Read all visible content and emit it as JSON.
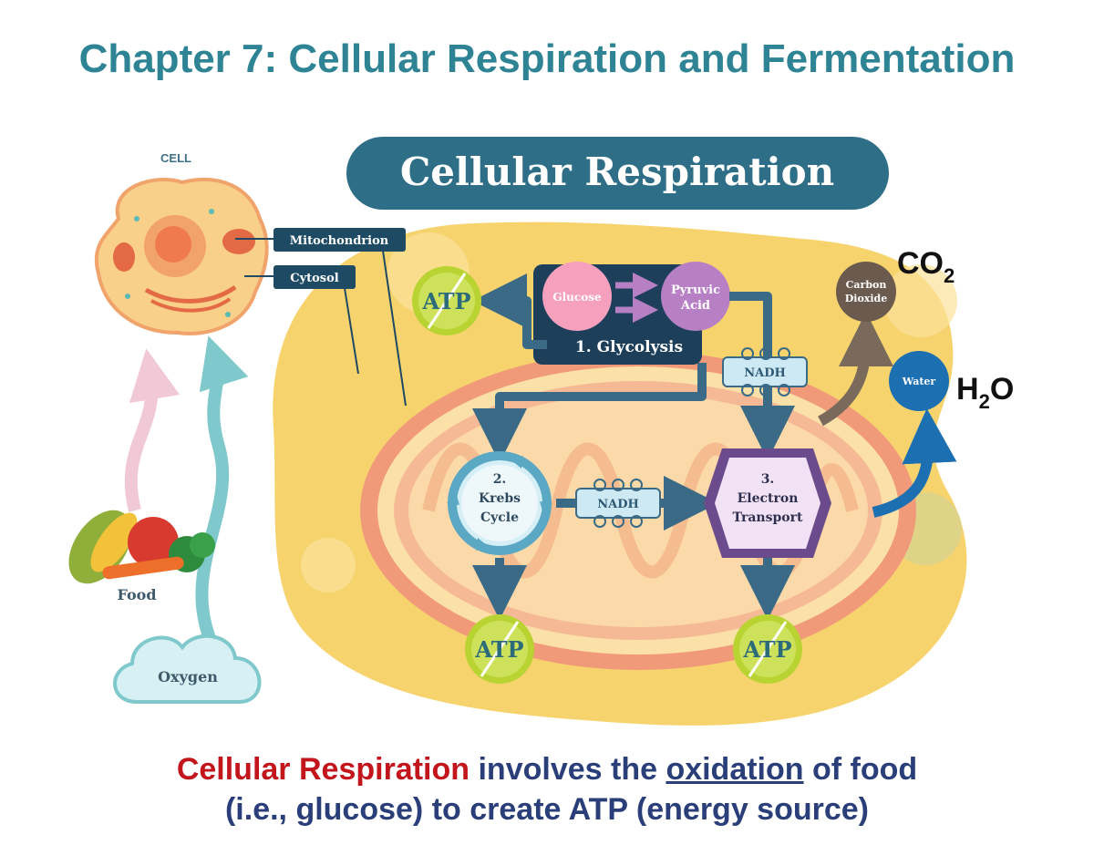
{
  "title": "Chapter 7: Cellular Respiration and Fermentation",
  "banner": "Cellular Respiration",
  "labels": {
    "cell": "CELL",
    "mitochondrion": "Mitochondrion",
    "cytosol": "Cytosol",
    "food": "Food",
    "oxygen": "Oxygen",
    "glucose": "Glucose",
    "pyruvic_1": "Pyruvic",
    "pyruvic_2": "Acid",
    "glycolysis": "1. Glycolysis",
    "krebs_num": "2.",
    "krebs_1": "Krebs",
    "krebs_2": "Cycle",
    "et_num": "3.",
    "et_1": "Electron",
    "et_2": "Transport",
    "nadh_top": "NADH",
    "nadh_mid": "NADH",
    "atp_left": "ATP",
    "atp_krebs": "ATP",
    "atp_et": "ATP",
    "carbon_1": "Carbon",
    "carbon_2": "Dioxide",
    "water": "Water"
  },
  "formulas": {
    "co2_main": "CO",
    "co2_sub": "2",
    "h2o_h": "H",
    "h2o_sub": "2",
    "h2o_o": "O"
  },
  "caption": {
    "part1": "Cellular Respiration",
    "part2": " involves the ",
    "part3": "oxidation",
    "part4": " of food",
    "line2": "(i.e., glucose) to create ATP (energy source)"
  },
  "colors": {
    "title": "#2e8494",
    "banner": "#2f6e87",
    "cytosol": "#f7d36e",
    "arrow": "#3a6a85",
    "atp": "#b9d432",
    "caption_red": "#c3161c",
    "caption_blue": "#2a3f7a"
  }
}
